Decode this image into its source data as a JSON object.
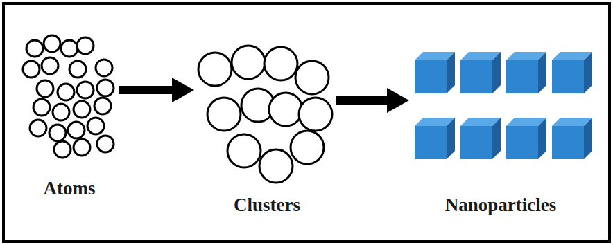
{
  "diagram": {
    "labels": [
      "Atoms",
      "Clusters",
      "Nanoparticles"
    ]
  }
}
